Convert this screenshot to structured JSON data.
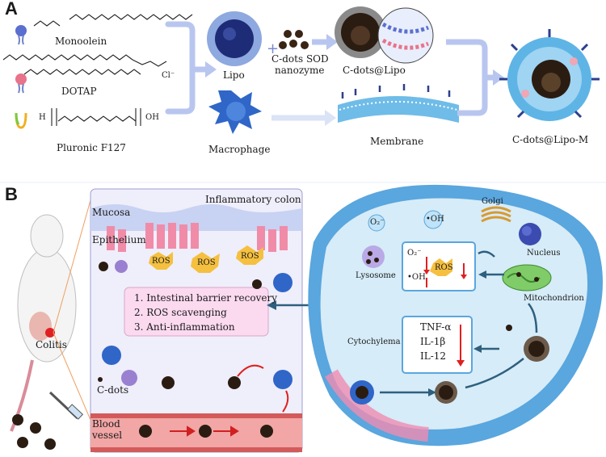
{
  "panel_a": {
    "letter": "A",
    "compounds": [
      "Monoolein",
      "DOTAP",
      "Pluronic F127"
    ],
    "lipo": "Lipo",
    "nanozyme": [
      "C-dots SOD",
      "nanozyme"
    ],
    "cdots_lipo": "C-dots@Lipo",
    "macrophage": "Macrophage",
    "membrane": "Membrane",
    "final": "C-dots@Lipo-M",
    "chem_h": "H",
    "chem_oh": "OH",
    "chem_cl": "Cl⁻"
  },
  "panel_b": {
    "letter": "B",
    "colitis": "Colitis",
    "inflamed_colon": "Inflammatory colon",
    "mucosa": "Mucosa",
    "epithelium": "Epithelium",
    "ros": "ROS",
    "effects": [
      "1. Intestinal barrier recovery",
      "2. ROS scavenging",
      "3. Anti-inflammation"
    ],
    "cdots": "C-dots",
    "blood_vessel": [
      "Blood",
      "vessel"
    ],
    "cell": {
      "o2": "O₂⁻",
      "oh": "•OH",
      "golgi": "Golgi",
      "nucleus": "Nucleus",
      "lysosome": "Lysosome",
      "mitochondrion": "Mitochondrion",
      "cytochylema": "Cytochylema",
      "cytokines": [
        "TNF-α",
        "IL-1β",
        "IL-12"
      ]
    }
  }
}
